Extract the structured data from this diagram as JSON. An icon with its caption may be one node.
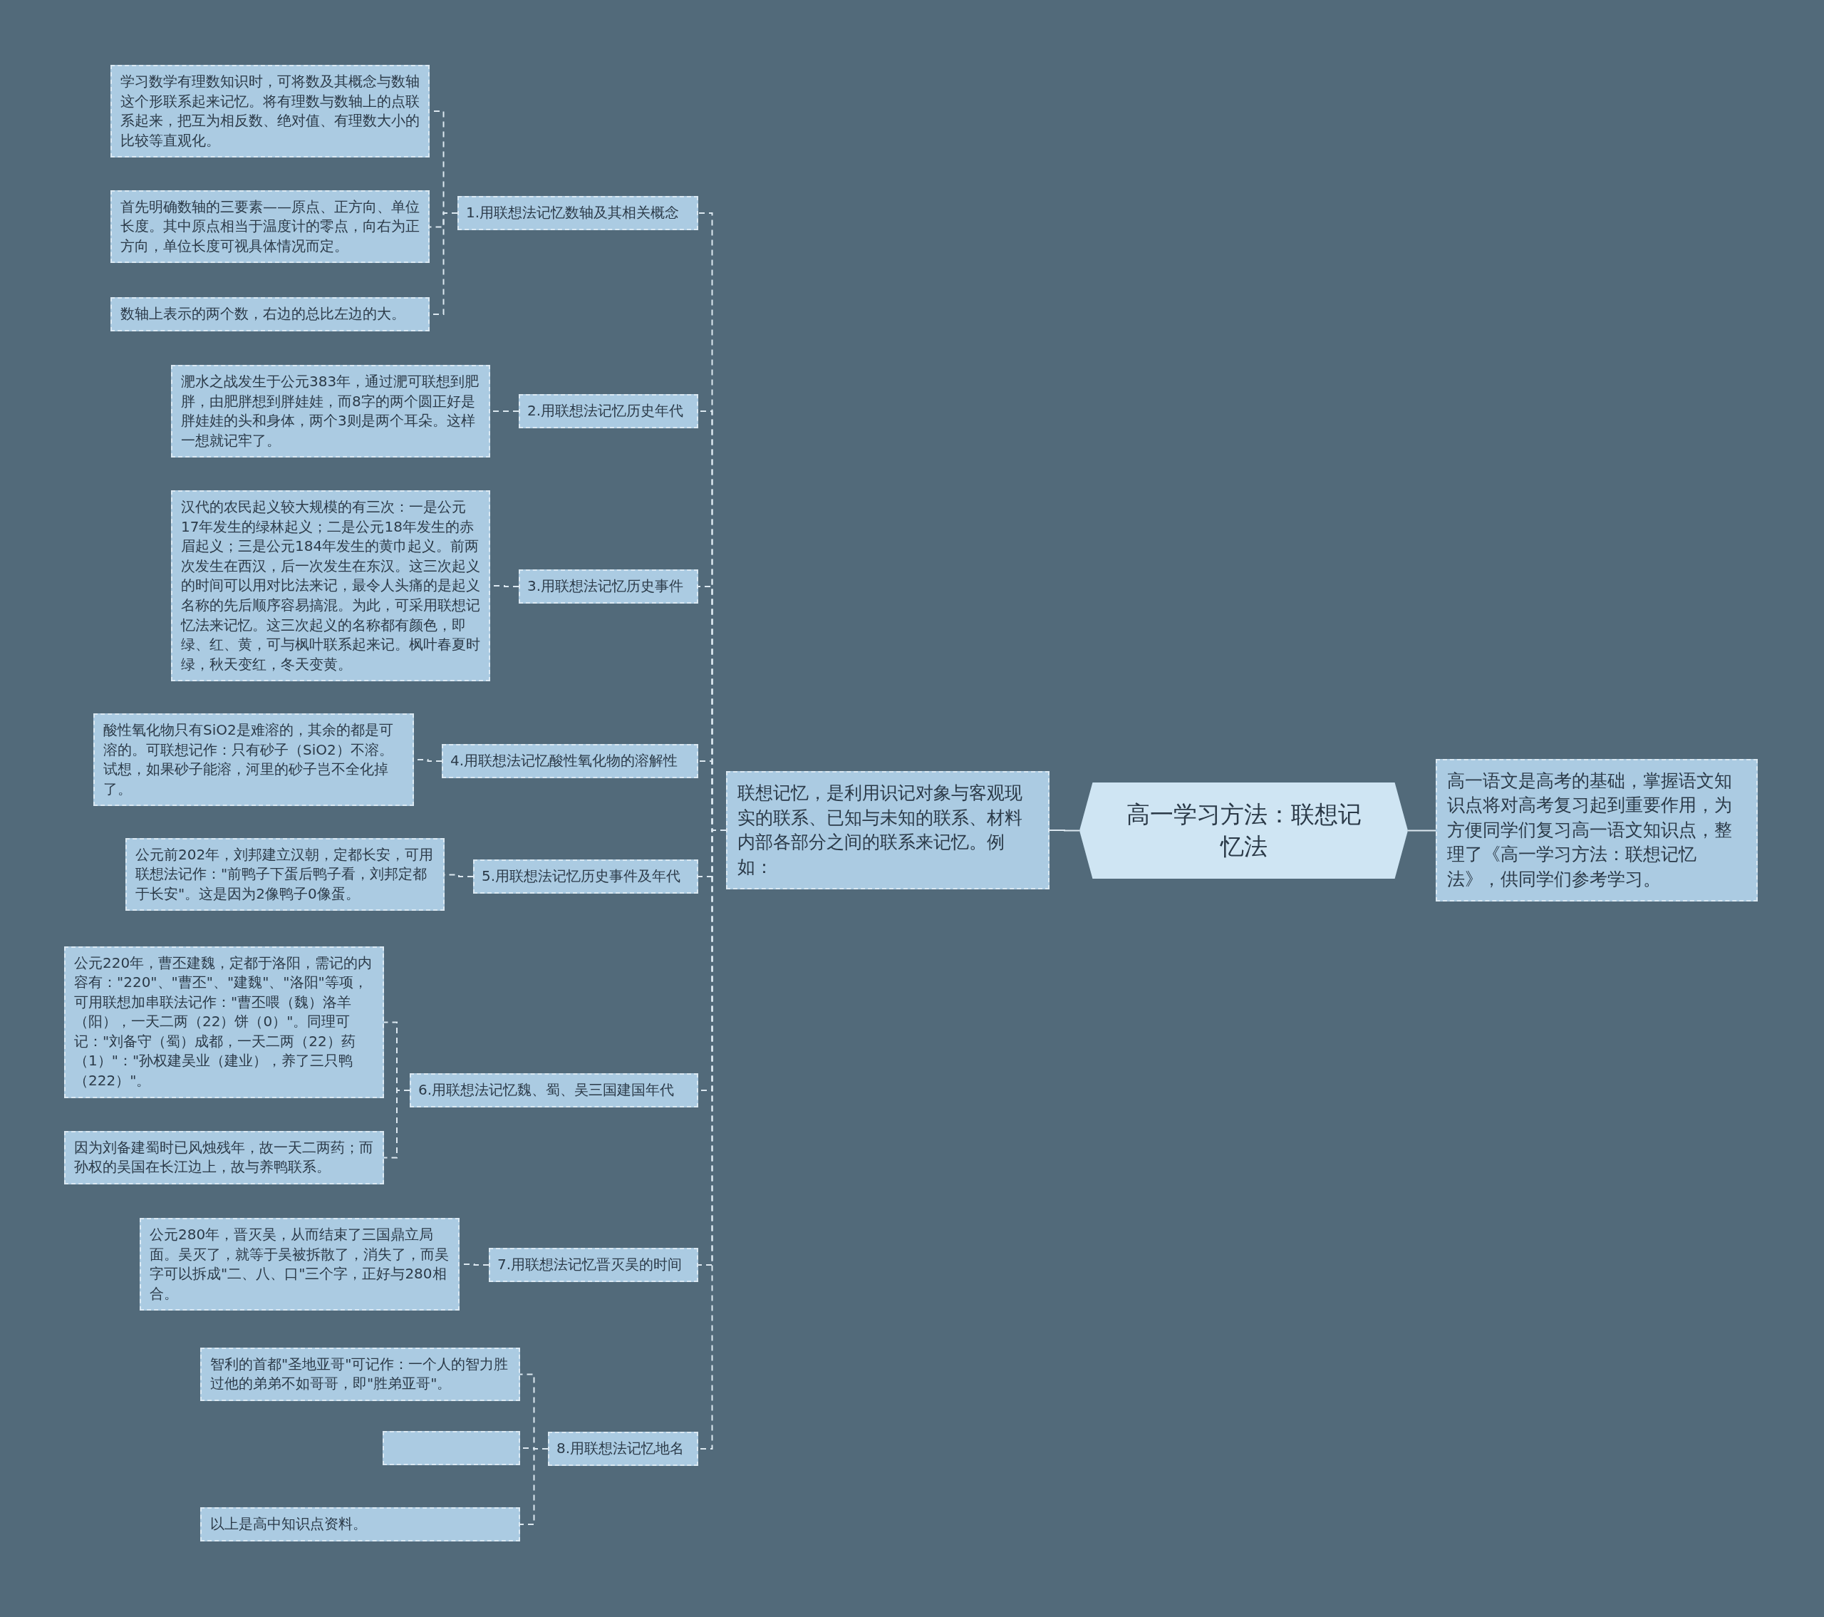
{
  "diagram": {
    "nodes": [
      {
        "text": [
          "高一学习方法：联想记忆法"
        ]
      },
      {
        "text": [
          "高一语文是高考的基础，掌握语文知识点将对高考复习起到重要作用，为方便同学们复习高一语文知识点，整理了《高一学习方法：联想记忆法》，供同学们参考学习。"
        ]
      },
      {
        "text": [
          "联想记忆，是利用识记对象与客观现实的联系、已知与未知的联系、材料内部各部分之间的联系来记忆。例如："
        ]
      },
      {
        "text": [
          "1.用联想法记忆数轴及其相关概念"
        ]
      },
      {
        "text": [
          "学习数学有理数知识时，可将数及其概念与数轴这个形联系起来记忆。将有理数与数轴上的点联系起来，把互为相反数、绝对值、有理数大小的比较等直观化。"
        ]
      },
      {
        "text": [
          "首先明确数轴的三要素——原点、正方向、单位长度。其中原点相当于温度计的零点，向右为正方向，单位长度可视具体情况而定。"
        ]
      },
      {
        "text": [
          "数轴上表示的两个数，右边的总比左边的大。"
        ]
      },
      {
        "text": [
          "2.用联想法记忆历史年代"
        ]
      },
      {
        "text": [
          "淝水之战发生于公元383年，通过淝可联想到肥胖，由肥胖想到胖娃娃，而8字的两个圆正好是胖娃娃的头和身体，两个3则是两个耳朵。这样一想就记牢了。"
        ]
      },
      {
        "text": [
          "3.用联想法记忆历史事件"
        ]
      },
      {
        "text": [
          "汉代的农民起义较大规模的有三次：一是公元17年发生的绿林起义；二是公元18年发生的赤眉起义；三是公元184年发生的黄巾起义。前两次发生在西汉，后一次发生在东汉。这三次起义的时间可以用对比法来记，最令人头痛的是起义名称的先后顺序容易搞混。为此，可采用联想记忆法来记忆。这三次起义的名称都有颜色，即绿、红、黄，可与枫叶联系起来记。枫叶春夏时绿，秋天变红，冬天变黄。"
        ]
      },
      {
        "text": [
          "4.用联想法记忆酸性氧化物的溶解性"
        ]
      },
      {
        "text": [
          "酸性氧化物只有SiO2是难溶的，其余的都是可溶的。可联想记作：只有砂子（SiO2）不溶。试想，如果砂子能溶，河里的砂子岂不全化掉了。"
        ]
      },
      {
        "text": [
          "5.用联想法记忆历史事件及年代"
        ]
      },
      {
        "text": [
          "公元前202年，刘邦建立汉朝，定都长安，可用联想法记作：\"前鸭子下蛋后鸭子看，刘邦定都于长安\"。这是因为2像鸭子0像蛋。"
        ]
      },
      {
        "text": [
          "6.用联想法记忆魏、蜀、吴三国建国年代"
        ]
      },
      {
        "text": [
          "公元220年，曹丕建魏，定都于洛阳，需记的内容有：\"220\"、\"曹丕\"、\"建魏\"、\"洛阳\"等项，可用联想加串联法记作：\"曹丕喂（魏）洛羊（阳），一天二两（22）饼（0）\"。同理可记：\"刘备守（蜀）成都，一天二两（22）药（1）\"：\"孙权建吴业（建业），养了三只鸭（222）\"。"
        ]
      },
      {
        "text": [
          "因为刘备建蜀时已风烛残年，故一天二两药；而孙权的吴国在长江边上，故与养鸭联系。"
        ]
      },
      {
        "text": [
          "7.用联想法记忆晋灭吴的时间"
        ]
      },
      {
        "text": [
          "公元280年，晋灭吴，从而结束了三国鼎立局面。吴灭了，就等于吴被拆散了，消失了，而吴字可以拆成\"二、八、口\"三个字，正好与280相合。"
        ]
      },
      {
        "text": [
          "8.用联想法记忆地名"
        ]
      },
      {
        "text": [
          "智利的首都\"圣地亚哥\"可记作：一个人的智力胜过他的弟弟不如哥哥，即\"胜弟亚哥\"。"
        ]
      },
      {
        "text": [],
        "shape": "box"
      },
      {
        "text": [
          "以上是高中知识点资料。"
        ]
      }
    ],
    "edges": [
      {
        "from": 0,
        "to": 1,
        "arrow": "none"
      },
      {
        "from": 0,
        "to": 2,
        "arrow": "none"
      },
      {
        "from": 2,
        "to": 3,
        "arrow": "none",
        "style": "dashed"
      },
      {
        "from": 3,
        "to": 4,
        "arrow": "none",
        "style": "dashed"
      },
      {
        "from": 3,
        "to": 5,
        "arrow": "none",
        "style": "dashed"
      },
      {
        "from": 3,
        "to": 6,
        "arrow": "none",
        "style": "dashed"
      },
      {
        "from": 2,
        "to": 7,
        "arrow": "none",
        "style": "dashed"
      },
      {
        "from": 7,
        "to": 8,
        "arrow": "none",
        "style": "dashed"
      },
      {
        "from": 2,
        "to": 9,
        "arrow": "none",
        "style": "dashed"
      },
      {
        "from": 9,
        "to": 10,
        "arrow": "none",
        "style": "dashed"
      },
      {
        "from": 2,
        "to": 11,
        "arrow": "none",
        "style": "dashed"
      },
      {
        "from": 11,
        "to": 12,
        "arrow": "none",
        "style": "dashed"
      },
      {
        "from": 2,
        "to": 13,
        "arrow": "none",
        "style": "dashed"
      },
      {
        "from": 13,
        "to": 14,
        "arrow": "none",
        "style": "dashed"
      },
      {
        "from": 2,
        "to": 15,
        "arrow": "none",
        "style": "dashed"
      },
      {
        "from": 15,
        "to": 16,
        "arrow": "none",
        "style": "dashed"
      },
      {
        "from": 15,
        "to": 17,
        "arrow": "none",
        "style": "dashed"
      },
      {
        "from": 2,
        "to": 18,
        "arrow": "none",
        "style": "dashed"
      },
      {
        "from": 18,
        "to": 19,
        "arrow": "none",
        "style": "dashed"
      },
      {
        "from": 2,
        "to": 20,
        "arrow": "none",
        "style": "dashed"
      },
      {
        "from": 20,
        "to": 21,
        "arrow": "none",
        "style": "dashed"
      },
      {
        "from": 20,
        "to": 22,
        "arrow": "none",
        "style": "dashed"
      },
      {
        "from": 20,
        "to": 23,
        "arrow": "none",
        "style": "dashed"
      }
    ]
  }
}
